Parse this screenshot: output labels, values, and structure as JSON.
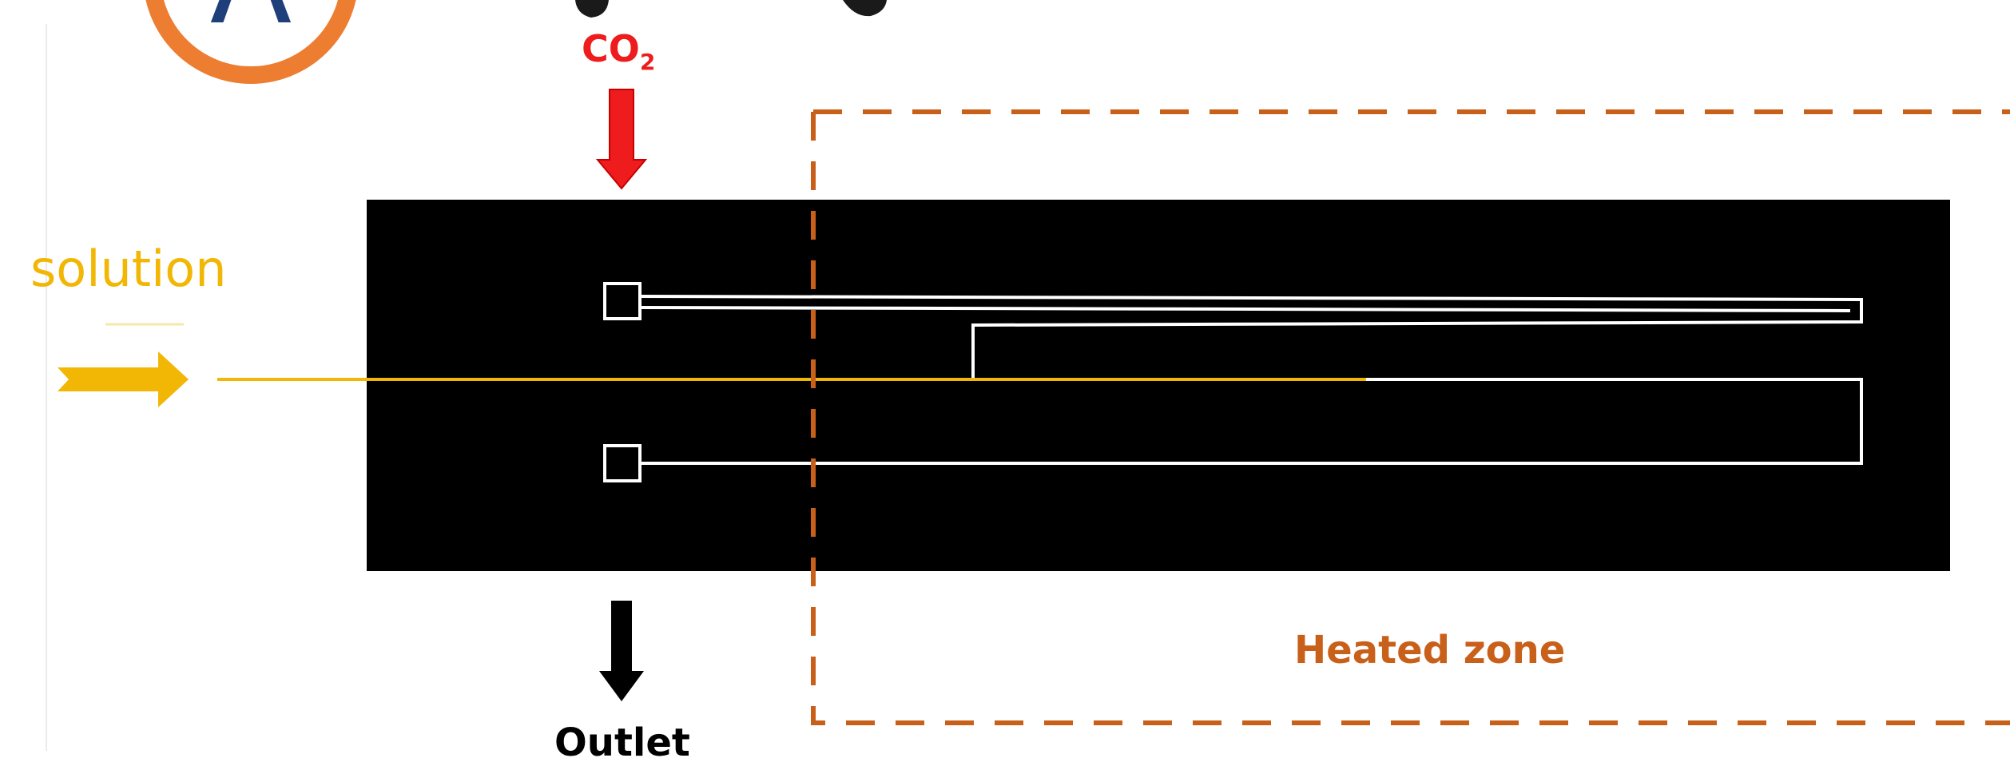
{
  "labels": {
    "solution": "solution",
    "co2_main": "CO",
    "co2_sub": "2",
    "heated_zone": "Heated zone",
    "outlet": "Outlet"
  },
  "colors": {
    "solution": "#f2b705",
    "co2": "#ee1c1c",
    "heated_zone": "#c9601a",
    "chip": "#000000",
    "channel": "#ffffff",
    "badge_ring": "#ed7d31",
    "badge_letter": "#1f3f7a"
  },
  "badge": {
    "letter": "A"
  }
}
